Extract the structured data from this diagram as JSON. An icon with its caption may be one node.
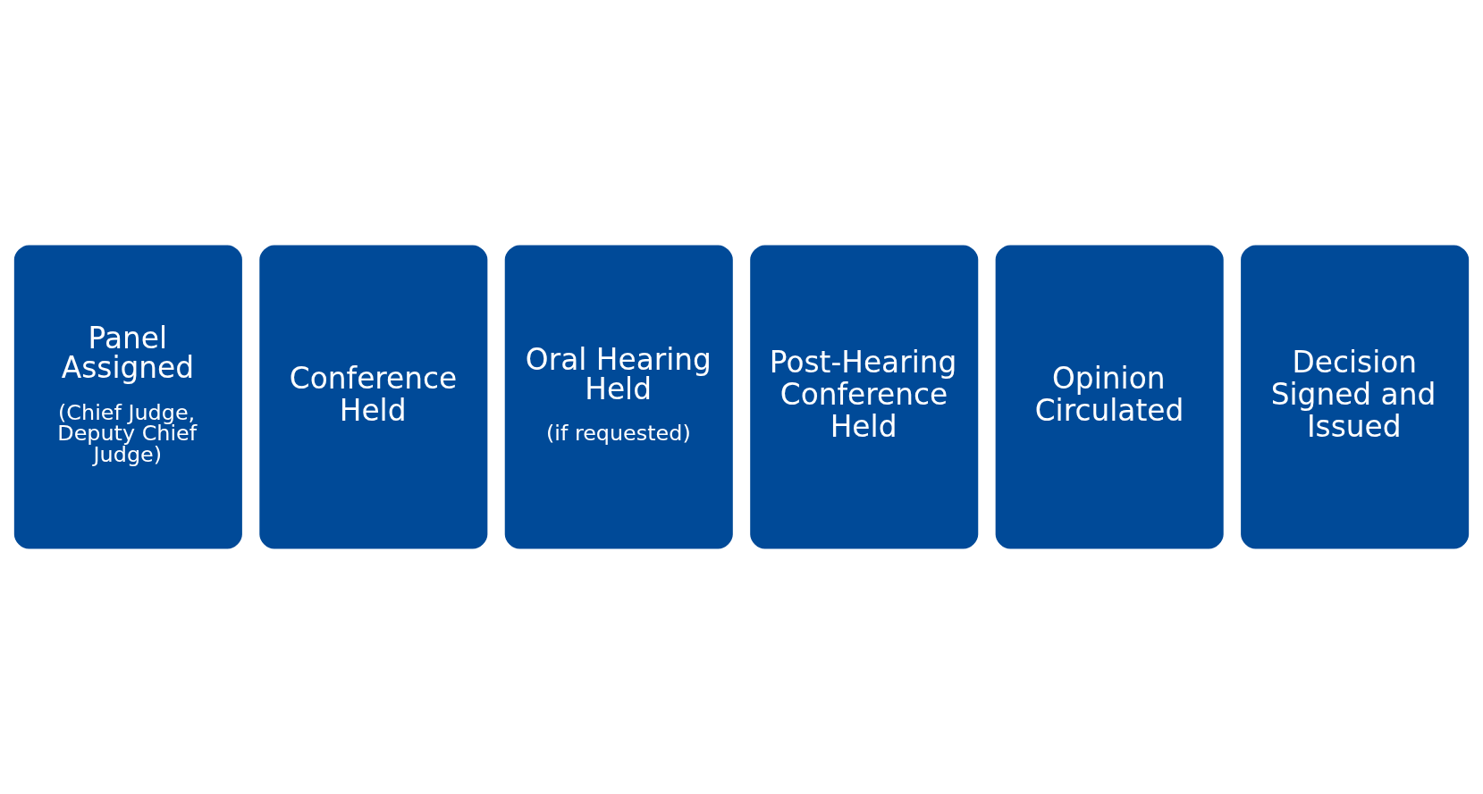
{
  "diagram": {
    "nodes": [
      {
        "text": [
          "Panel Assigned",
          "(Chief Judge, Deputy Chief Judge)"
        ]
      },
      {
        "text": [
          "Conference Held"
        ]
      },
      {
        "text": [
          "Oral Hearing Held",
          "(if requested)"
        ]
      },
      {
        "text": [
          "Post-Hearing Conference Held"
        ]
      },
      {
        "text": [
          "Opinion Circulated"
        ]
      },
      {
        "text": [
          "Decision Signed and Issued"
        ]
      }
    ]
  }
}
